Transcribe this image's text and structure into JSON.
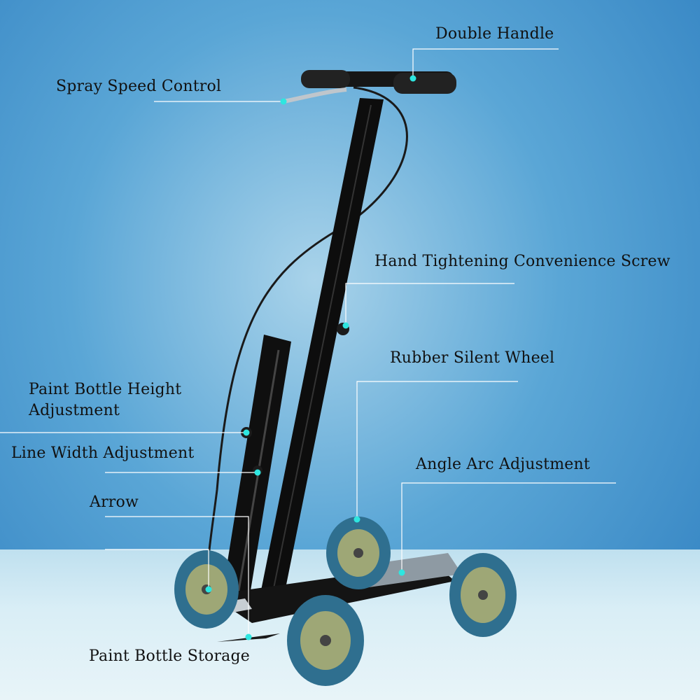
{
  "labels": {
    "double_handle": "Double Handle",
    "spray_speed_control": "Spray Speed Control",
    "hand_tightening_screw": "Hand Tightening Convenience Screw",
    "rubber_silent_wheel": "Rubber Silent Wheel",
    "paint_bottle_height": "Paint Bottle Height Adjustment",
    "line_width_adjustment": "Line Width Adjustment",
    "angle_arc_adjustment": "Angle Arc Adjustment",
    "arrow": "Arrow",
    "paint_bottle_storage": "Paint Bottle Storage"
  },
  "colors": {
    "background": "#4f9fd4",
    "floor": "#d6ecf5",
    "frame": "#111111",
    "wheel_tire": "#2f6f8f",
    "wheel_hub": "#9ea776",
    "callout_dot": "#2ee6e0",
    "leader_line": "#ffffff"
  },
  "icons": {
    "callout_marker": "cyan-dot"
  }
}
